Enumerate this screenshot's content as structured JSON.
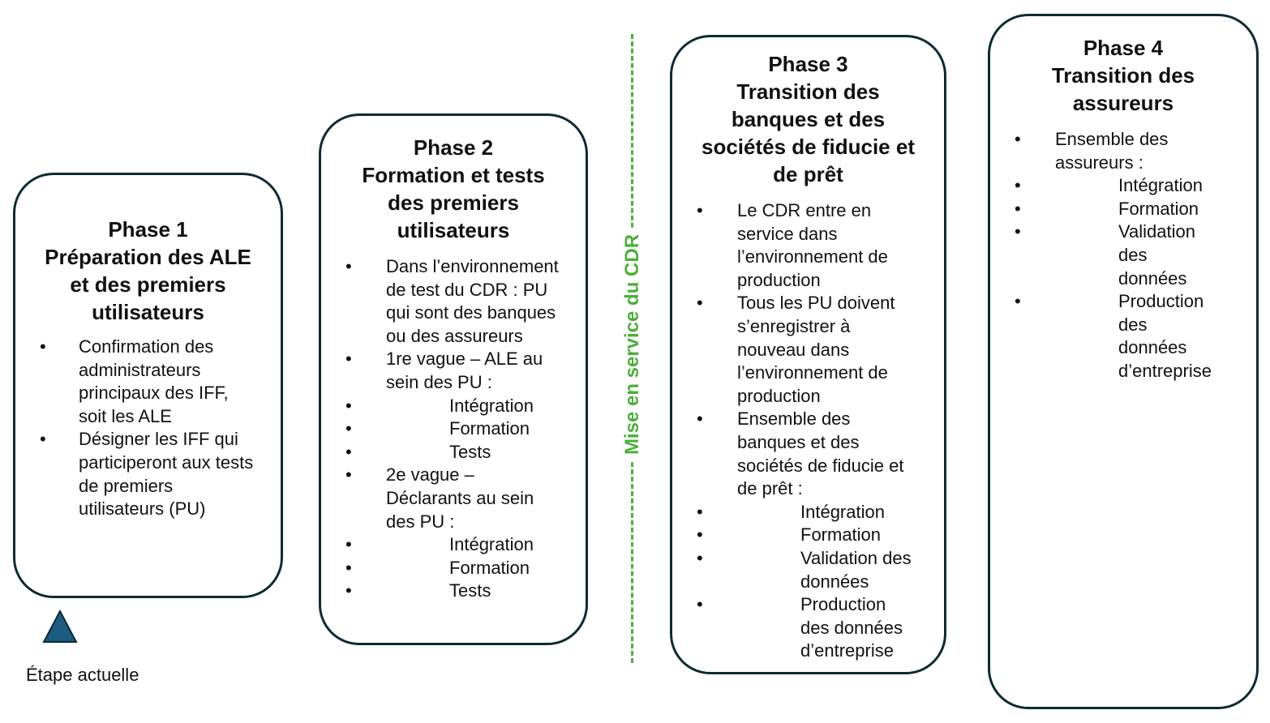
{
  "colors": {
    "box_border": "#0d2b33",
    "divider": "#4caf3a",
    "marker_fill": "#1b5c80"
  },
  "phases": [
    {
      "title": [
        "Phase 1",
        "Préparation des ALE",
        "et des premiers",
        "utilisateurs"
      ],
      "items": [
        {
          "text": "Confirmation des administrateurs principaux des IFF, soit les ALE"
        },
        {
          "text": "Désigner les IFF qui participeront aux tests de premiers utilisateurs (PU)"
        }
      ]
    },
    {
      "title": [
        "Phase 2",
        "Formation et tests",
        "des premiers",
        "utilisateurs"
      ],
      "items": [
        {
          "text": "Dans l’environnement de test du CDR : PU qui sont des banques ou des assureurs"
        },
        {
          "text": "1re vague – ALE au sein des PU :",
          "sub": [
            "Intégration",
            "Formation",
            "Tests"
          ]
        },
        {
          "text": "2e vague – Déclarants au sein des PU :",
          "sub": [
            "Intégration",
            "Formation",
            "Tests"
          ]
        }
      ]
    },
    {
      "title": [
        "Phase 3",
        "Transition des",
        "banques et des",
        "sociétés de fiducie et",
        "de prêt"
      ],
      "items": [
        {
          "text": "Le CDR entre en service dans l’environnement de production"
        },
        {
          "text": "Tous les PU doivent s’enregistrer à nouveau dans l’environnement de production"
        },
        {
          "text": "Ensemble des banques et des sociétés de fiducie et de prêt :",
          "sub": [
            "Intégration",
            "Formation",
            "Validation des données",
            "Production des données d’entreprise"
          ]
        }
      ]
    },
    {
      "title": [
        "Phase 4",
        "Transition des",
        "assureurs"
      ],
      "items": [
        {
          "text": "Ensemble des assureurs :",
          "sub": [
            "Intégration",
            "Formation",
            "Validation des données",
            "Production des données d’entreprise"
          ]
        }
      ]
    }
  ],
  "divider_label": "Mise en service du CDR",
  "current_marker": {
    "label": "Étape actuelle",
    "icon": "triangle-marker-icon"
  }
}
